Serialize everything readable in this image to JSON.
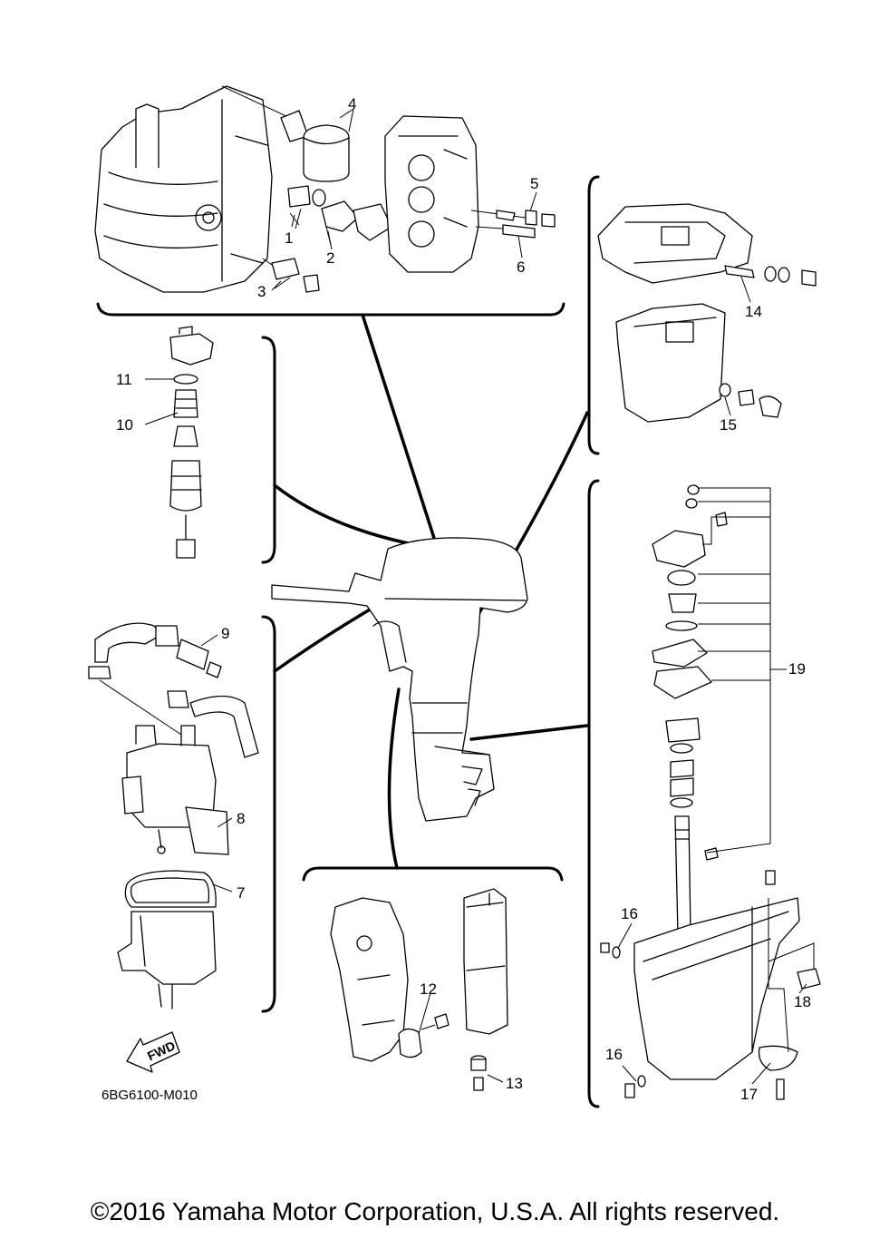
{
  "diagram": {
    "callouts": {
      "c1": "1",
      "c2": "2",
      "c3": "3",
      "c4": "4",
      "c5": "5",
      "c6": "6",
      "c7": "7",
      "c8": "8",
      "c9": "9",
      "c10": "10",
      "c11": "11",
      "c12": "12",
      "c13": "13",
      "c14": "14",
      "c15": "15",
      "c16a": "16",
      "c16b": "16",
      "c17": "17",
      "c18": "18",
      "c19": "19"
    },
    "fwd_label": "FWD",
    "drawing_code": "6BG6100-M010"
  },
  "footer": {
    "copyright": "©2016 Yamaha Motor Corporation, U.S.A. All rights reserved."
  }
}
